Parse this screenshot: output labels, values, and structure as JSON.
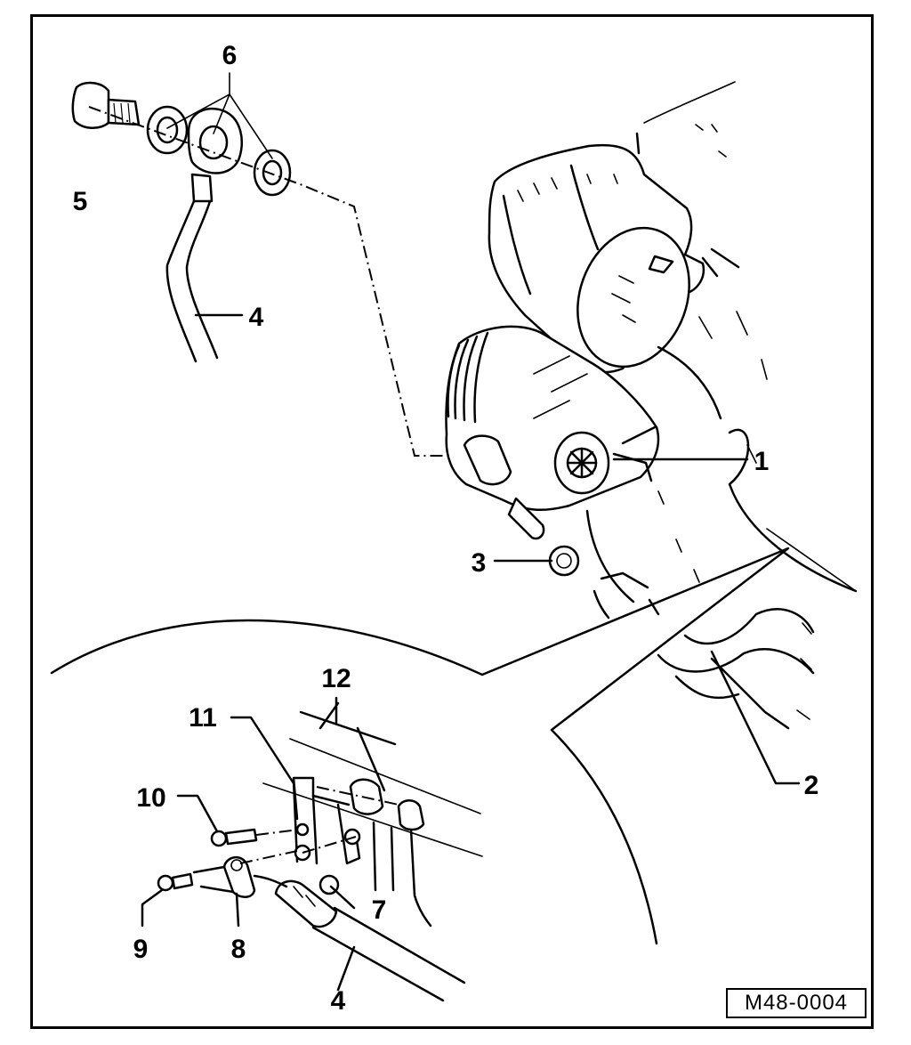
{
  "callouts": {
    "c1": "1",
    "c2": "2",
    "c3": "3",
    "c4_top": "4",
    "c4_bottom": "4",
    "c5": "5",
    "c6": "6",
    "c7": "7",
    "c8": "8",
    "c9": "9",
    "c10": "10",
    "c11": "11",
    "c12": "12"
  },
  "figure_reference": "M48-0004"
}
